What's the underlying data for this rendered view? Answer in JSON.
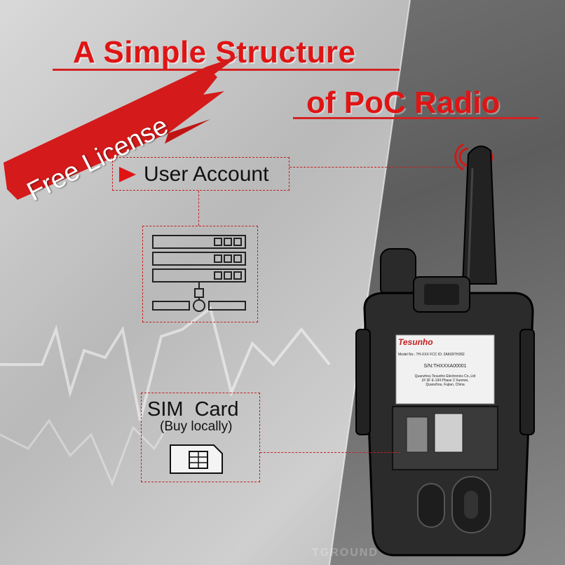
{
  "title": {
    "line1": "A Simple Structure",
    "line2": "of PoC Radio"
  },
  "banner": {
    "text": "Free License"
  },
  "user_account": {
    "label": "User Account"
  },
  "sim_card": {
    "label": "SIM  Card",
    "sublabel": "(Buy locally)"
  },
  "device": {
    "brand": "Tesunho",
    "model_line": "Model No.: TH-XXX  FCC ID: 2AK69TH282",
    "serial": "S/N:THXXXA00001",
    "maker_line1": "Quanzhou Tesunho Electronics Co.,Ltd",
    "maker_line2": "2# 3F E-194 Phase 2 Xunmei,",
    "maker_line3": "Quanzhou, Fujian, China"
  },
  "watermark": "TGROUND",
  "colors": {
    "accent": "#e01414",
    "dash": "#c22020"
  }
}
